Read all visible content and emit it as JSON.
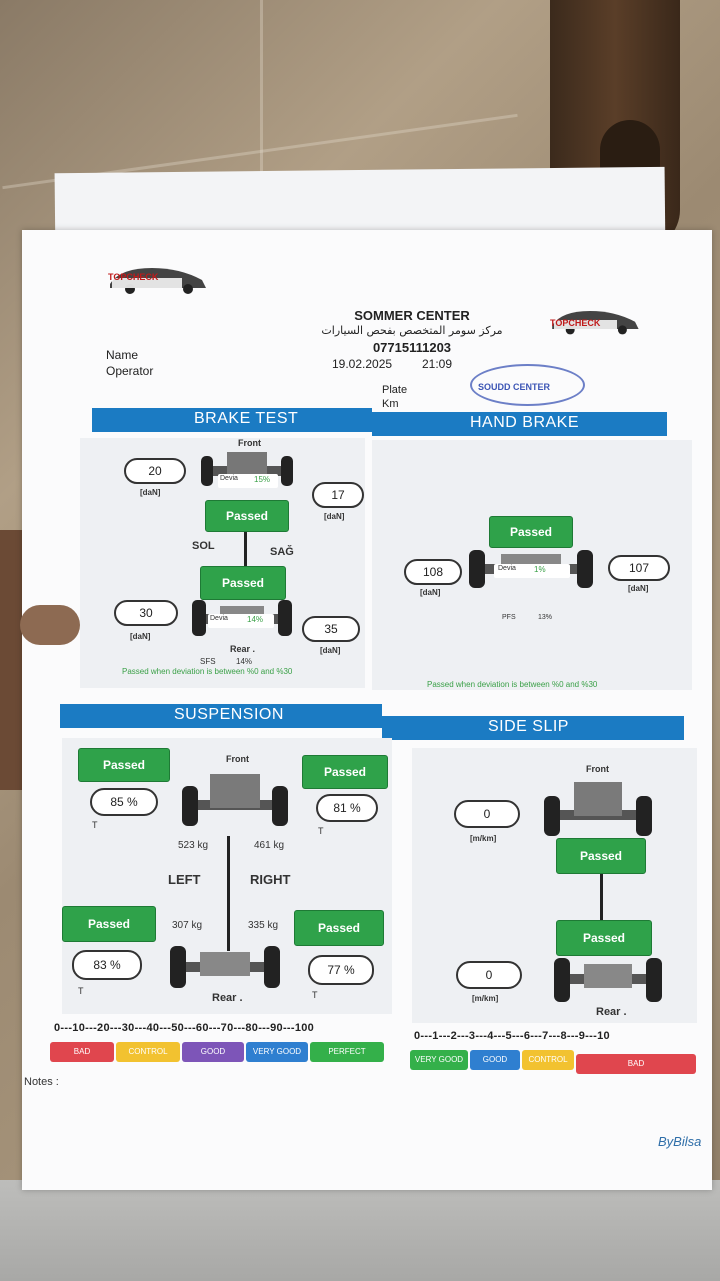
{
  "header": {
    "center_name": "SOMMER CENTER",
    "center_name_ar": "مركز سومر المتخصص بفحص السيارات",
    "phone": "07715111203",
    "date": "19.02.2025",
    "time": "21:09",
    "logo_text": "TOPCHECK",
    "stamp_text": "SOUDD CENTER",
    "name_label": "Name",
    "operator_label": "Operator",
    "plate_label": "Plate",
    "km_label": "Km"
  },
  "brake_test": {
    "title": "BRAKE TEST",
    "front_label": "Front",
    "rear_label": "Rear .",
    "sol_label": "SOL",
    "sag_label": "SAĞ",
    "front_left": "20",
    "front_right": "17",
    "rear_left": "30",
    "rear_right": "35",
    "unit": "[daN]",
    "front_devia_label": "Devia",
    "front_devia_value": "15%",
    "rear_devia_label": "Devia",
    "rear_devia_value": "14%",
    "front_status": "Passed",
    "rear_status": "Passed",
    "sfs_label": "SFS",
    "sfs_value": "14%",
    "note": "Passed when deviation is between %0 and %30"
  },
  "hand_brake": {
    "title": "HAND BRAKE",
    "left": "108",
    "right": "107",
    "unit": "[daN]",
    "devia_label": "Devia",
    "devia_value": "1%",
    "status": "Passed",
    "pfs_label": "PFS",
    "pfs_value": "13%",
    "note": "Passed when deviation is between %0 and %30"
  },
  "suspension": {
    "title": "SUSPENSION",
    "front_label": "Front",
    "rear_label": "Rear .",
    "left_label": "LEFT",
    "right_label": "RIGHT",
    "front_left_status": "Passed",
    "front_right_status": "Passed",
    "rear_left_status": "Passed",
    "rear_right_status": "Passed",
    "front_left_pct": "85 %",
    "front_right_pct": "81 %",
    "rear_left_pct": "83 %",
    "rear_right_pct": "77 %",
    "t_label": "T",
    "front_left_kg": "523 kg",
    "front_right_kg": "461 kg",
    "rear_left_kg": "307 kg",
    "rear_right_kg": "335 kg",
    "scale": "0---10---20---30---40---50---60---70---80---90---100",
    "legend": [
      "BAD",
      "CONTROL",
      "GOOD",
      "VERY GOOD",
      "PERFECT"
    ]
  },
  "side_slip": {
    "title": "SIDE SLIP",
    "front_label": "Front",
    "rear_label": "Rear .",
    "front_value": "0",
    "rear_value": "0",
    "unit": "[m/km]",
    "front_status": "Passed",
    "rear_status": "Passed",
    "scale": "0---1---2---3---4---5---6---7---8---9---10",
    "legend": [
      "VERY GOOD",
      "GOOD",
      "CONTROL",
      "BAD"
    ]
  },
  "footer": {
    "notes_label": "Notes :",
    "brand": "ByBilsa"
  },
  "colors": {
    "band": "#1b7bc3",
    "passed": "#2fa24a",
    "bad": "#e0464e",
    "control": "#f2c230",
    "good_purple": "#7d55b8",
    "very_good_blue": "#2f7fd0",
    "perfect_green": "#34b04a"
  }
}
